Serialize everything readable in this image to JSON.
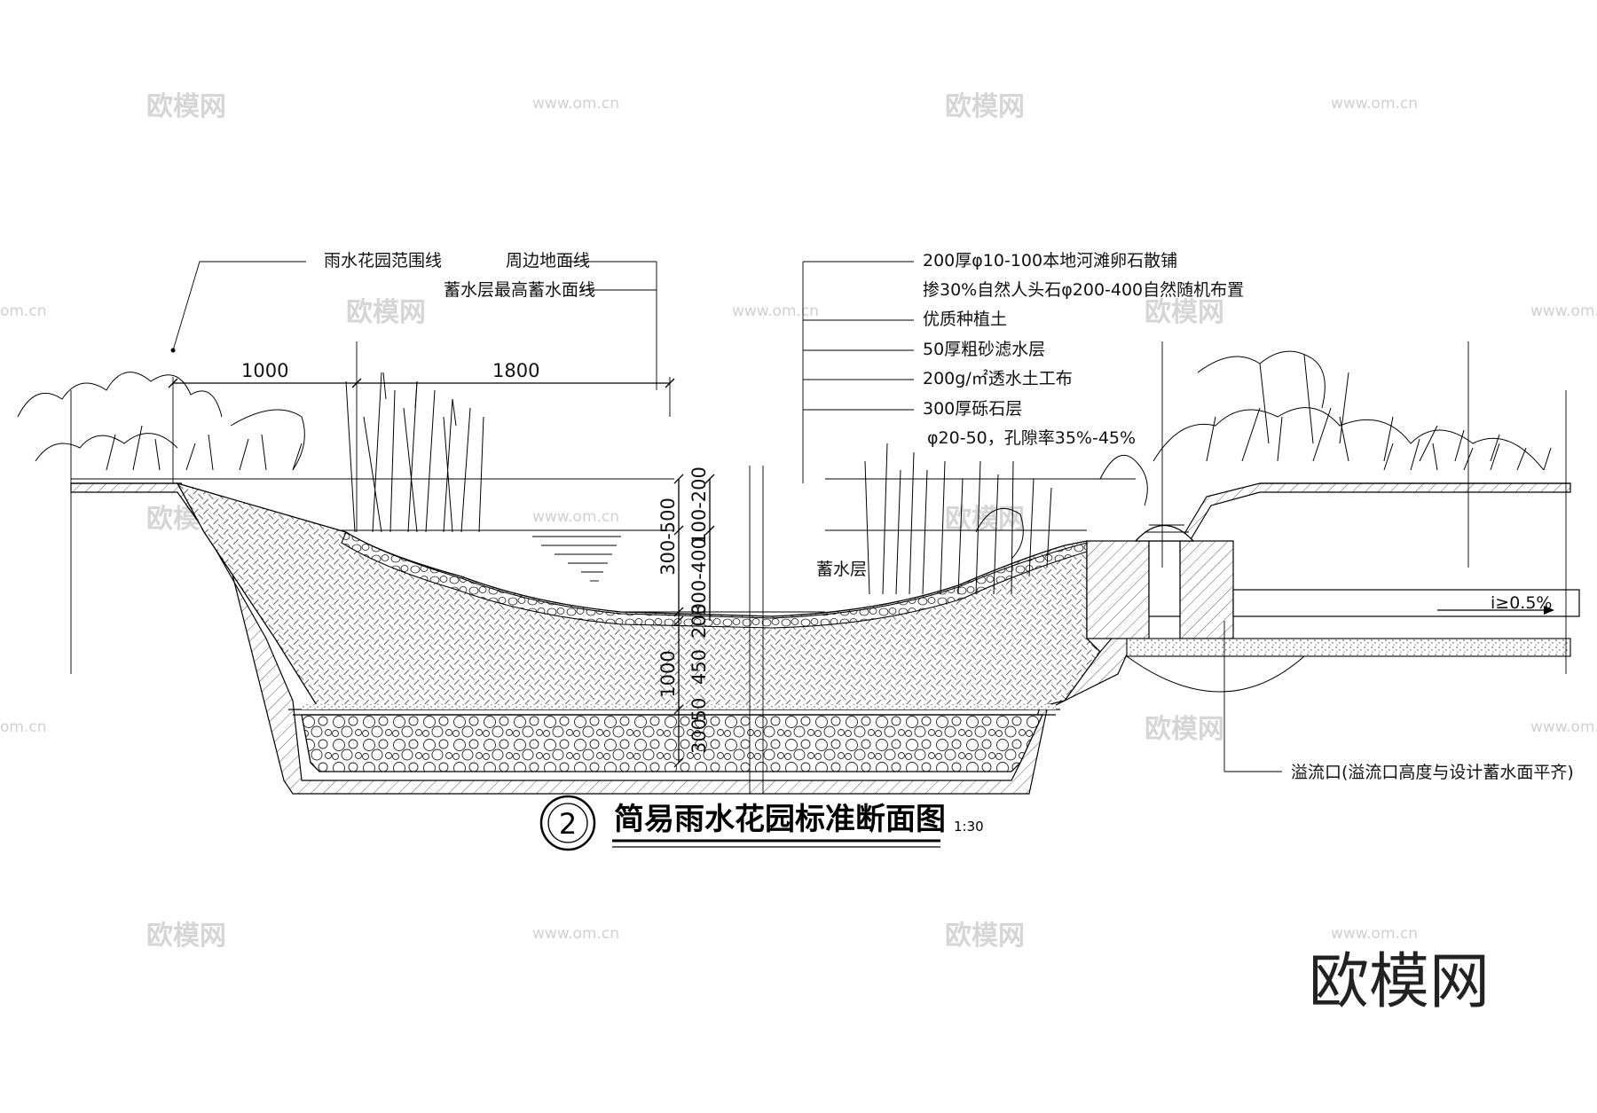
{
  "title": "简易雨水花园标准断面图",
  "section_number": "2",
  "scale": "1:30",
  "left_labels": {
    "boundary": "雨水花园范围线",
    "ground": "周边地面线",
    "max_water": "蓄水层最高蓄水面线"
  },
  "right_labels": [
    "200厚φ10-100本地河滩卵石散铺",
    "掺30%自然人头石φ200-400自然随机布置",
    "优质种植土",
    "50厚粗砂滤水层",
    "200g/㎡透水土工布",
    "300厚砾石层",
    "φ20-50，孔隙率35%-45%"
  ],
  "dimensions": {
    "width_left": "1000",
    "width_center": "1800",
    "d_100_200": "100-200",
    "d_300_500": "300-500",
    "d_300_400": "300-400",
    "d_200": "200",
    "d_450": "450",
    "d_1000": "1000",
    "d_50": "50",
    "d_300": "300"
  },
  "storage_layer": "蓄水层",
  "slope": "i≥0.5%",
  "overflow": "溢流口(溢流口高度与设计蓄水面平齐)",
  "watermark": {
    "brand": "欧模网",
    "url": "www.om.cn",
    "url_alt": "om.cn"
  }
}
